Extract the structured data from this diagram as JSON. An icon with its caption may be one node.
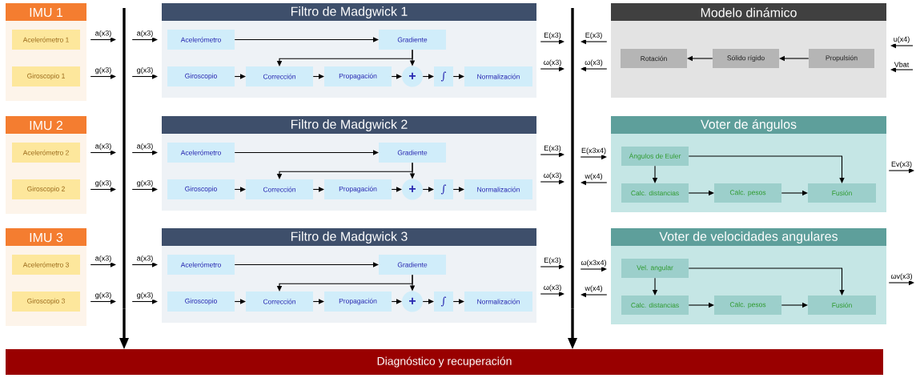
{
  "diagram": {
    "nodes": [
      {
        "text": [
          "IMU 1"
        ]
      },
      {
        "text": [
          "Acelerómetro 1"
        ],
        "in": 0
      },
      {
        "text": [
          "Giroscopio 1"
        ],
        "in": 0
      },
      {
        "text": [
          "Filtro de Madgwick 1"
        ]
      },
      {
        "text": [
          "Acelerómetro"
        ],
        "in": 3
      },
      {
        "text": [
          "Gradiente"
        ],
        "in": 3
      },
      {
        "text": [
          "Giroscopio"
        ],
        "in": 3
      },
      {
        "text": [
          "Corrección"
        ],
        "in": 3
      },
      {
        "text": [
          "Propagación"
        ],
        "in": 3
      },
      {
        "text": [
          "+"
        ],
        "in": 3
      },
      {
        "text": [
          "∫"
        ],
        "in": 3
      },
      {
        "text": [
          "Normalización"
        ],
        "in": 3
      },
      {
        "text": [
          "Modelo dinámico"
        ]
      },
      {
        "text": [
          "Rotación"
        ],
        "in": 12
      },
      {
        "text": [
          "Sólido rígido"
        ],
        "in": 12
      },
      {
        "text": [
          "Propulsión"
        ],
        "in": 12
      },
      {
        "text": [
          "IMU 2"
        ]
      },
      {
        "text": [
          "Acelerómetro 2"
        ],
        "in": 16
      },
      {
        "text": [
          "Giroscopio 2"
        ],
        "in": 16
      },
      {
        "text": [
          "Filtro de Madgwick 2"
        ]
      },
      {
        "text": [
          "Acelerómetro"
        ],
        "in": 19
      },
      {
        "text": [
          "Gradiente"
        ],
        "in": 19
      },
      {
        "text": [
          "Giroscopio"
        ],
        "in": 19
      },
      {
        "text": [
          "Corrección"
        ],
        "in": 19
      },
      {
        "text": [
          "Propagación"
        ],
        "in": 19
      },
      {
        "text": [
          "+"
        ],
        "in": 19
      },
      {
        "text": [
          "∫"
        ],
        "in": 19
      },
      {
        "text": [
          "Normalización"
        ],
        "in": 19
      },
      {
        "text": [
          "Voter de ángulos"
        ]
      },
      {
        "text": [
          "Ángulos de Euler"
        ],
        "in": 28
      },
      {
        "text": [
          "Calc. distancias"
        ],
        "in": 28
      },
      {
        "text": [
          "Calc. pesos"
        ],
        "in": 28
      },
      {
        "text": [
          "Fusión"
        ],
        "in": 28
      },
      {
        "text": [
          "IMU 3"
        ]
      },
      {
        "text": [
          "Acelerómetro 3"
        ],
        "in": 33
      },
      {
        "text": [
          "Giroscopio 3"
        ],
        "in": 33
      },
      {
        "text": [
          "Filtro de Madgwick 3"
        ]
      },
      {
        "text": [
          "Acelerómetro"
        ],
        "in": 36
      },
      {
        "text": [
          "Gradiente"
        ],
        "in": 36
      },
      {
        "text": [
          "Giroscopio"
        ],
        "in": 36
      },
      {
        "text": [
          "Corrección"
        ],
        "in": 36
      },
      {
        "text": [
          "Propagación"
        ],
        "in": 36
      },
      {
        "text": [
          "+"
        ],
        "in": 36
      },
      {
        "text": [
          "∫"
        ],
        "in": 36
      },
      {
        "text": [
          "Normalización"
        ],
        "in": 36
      },
      {
        "text": [
          "Voter de velocidades angulares"
        ]
      },
      {
        "text": [
          "Vel. angular"
        ],
        "in": 45
      },
      {
        "text": [
          "Calc. distancias"
        ],
        "in": 45
      },
      {
        "text": [
          "Calc. pesos"
        ],
        "in": 45
      },
      {
        "text": [
          "Fusión"
        ],
        "in": 45
      },
      {
        "text": [],
        "shape": "bar"
      },
      {
        "text": [],
        "shape": "bar"
      },
      {
        "text": [
          "Diagnóstico y recuperación"
        ]
      }
    ],
    "edges": [
      {
        "from": 0,
        "to": 50,
        "arrow": "to",
        "label": "a(x3)"
      },
      {
        "from": 0,
        "to": 50,
        "arrow": "to",
        "label": "g(x3)"
      },
      {
        "from": 50,
        "to": 3,
        "arrow": "to",
        "label": "a(x3)"
      },
      {
        "from": 50,
        "to": 3,
        "arrow": "to",
        "label": "g(x3)"
      },
      {
        "from": 4,
        "to": 5,
        "arrow": "to"
      },
      {
        "from": 5,
        "to": 7,
        "arrow": "to"
      },
      {
        "from": 5,
        "to": 9,
        "arrow": "to"
      },
      {
        "from": 6,
        "to": 7,
        "arrow": "to"
      },
      {
        "from": 7,
        "to": 8,
        "arrow": "to"
      },
      {
        "from": 8,
        "to": 9,
        "arrow": "to"
      },
      {
        "from": 9,
        "to": 10,
        "arrow": "to"
      },
      {
        "from": 10,
        "to": 11,
        "arrow": "to"
      },
      {
        "from": 3,
        "to": 51,
        "arrow": "to",
        "label": "E(x3)"
      },
      {
        "from": 3,
        "to": 51,
        "arrow": "to",
        "label": "ω(x3)"
      },
      {
        "from": 12,
        "to": 51,
        "arrow": "to",
        "label": "E(x3)"
      },
      {
        "from": 12,
        "to": 51,
        "arrow": "to",
        "label": "ω(x3)"
      },
      {
        "from": null,
        "to": 12,
        "arrow": "to",
        "label": "u(x4)"
      },
      {
        "from": null,
        "to": 12,
        "arrow": "to",
        "label": "Vbat"
      },
      {
        "from": 15,
        "to": 14,
        "arrow": "to"
      },
      {
        "from": 14,
        "to": 13,
        "arrow": "to"
      },
      {
        "from": 16,
        "to": 50,
        "arrow": "to",
        "label": "a(x3)"
      },
      {
        "from": 16,
        "to": 50,
        "arrow": "to",
        "label": "g(x3)"
      },
      {
        "from": 50,
        "to": 19,
        "arrow": "to",
        "label": "a(x3)"
      },
      {
        "from": 50,
        "to": 19,
        "arrow": "to",
        "label": "g(x3)"
      },
      {
        "from": 20,
        "to": 21,
        "arrow": "to"
      },
      {
        "from": 21,
        "to": 23,
        "arrow": "to"
      },
      {
        "from": 21,
        "to": 25,
        "arrow": "to"
      },
      {
        "from": 22,
        "to": 23,
        "arrow": "to"
      },
      {
        "from": 23,
        "to": 24,
        "arrow": "to"
      },
      {
        "from": 24,
        "to": 25,
        "arrow": "to"
      },
      {
        "from": 25,
        "to": 26,
        "arrow": "to"
      },
      {
        "from": 26,
        "to": 27,
        "arrow": "to"
      },
      {
        "from": 19,
        "to": 51,
        "arrow": "to",
        "label": "E(x3)"
      },
      {
        "from": 19,
        "to": 51,
        "arrow": "to",
        "label": "ω(x3)"
      },
      {
        "from": 51,
        "to": 28,
        "arrow": "to",
        "label": "E(x3x4)"
      },
      {
        "from": 28,
        "to": 51,
        "arrow": "to",
        "label": "w(x4)"
      },
      {
        "from": 28,
        "to": null,
        "arrow": "to",
        "label": "Ev(x3)"
      },
      {
        "from": 29,
        "to": 32,
        "arrow": "to"
      },
      {
        "from": 29,
        "to": 30,
        "arrow": "to"
      },
      {
        "from": 30,
        "to": 31,
        "arrow": "to"
      },
      {
        "from": 31,
        "to": 32,
        "arrow": "to"
      },
      {
        "from": 33,
        "to": 50,
        "arrow": "to",
        "label": "a(x3)"
      },
      {
        "from": 33,
        "to": 50,
        "arrow": "to",
        "label": "g(x3)"
      },
      {
        "from": 50,
        "to": 36,
        "arrow": "to",
        "label": "a(x3)"
      },
      {
        "from": 50,
        "to": 36,
        "arrow": "to",
        "label": "g(x3)"
      },
      {
        "from": 37,
        "to": 38,
        "arrow": "to"
      },
      {
        "from": 38,
        "to": 40,
        "arrow": "to"
      },
      {
        "from": 38,
        "to": 42,
        "arrow": "to"
      },
      {
        "from": 39,
        "to": 40,
        "arrow": "to"
      },
      {
        "from": 40,
        "to": 41,
        "arrow": "to"
      },
      {
        "from": 41,
        "to": 42,
        "arrow": "to"
      },
      {
        "from": 42,
        "to": 43,
        "arrow": "to"
      },
      {
        "from": 43,
        "to": 44,
        "arrow": "to"
      },
      {
        "from": 36,
        "to": 51,
        "arrow": "to",
        "label": "E(x3)"
      },
      {
        "from": 36,
        "to": 51,
        "arrow": "to",
        "label": "ω(x3)"
      },
      {
        "from": 51,
        "to": 45,
        "arrow": "to",
        "label": "ω(x3x4)"
      },
      {
        "from": 45,
        "to": 51,
        "arrow": "to",
        "label": "w(x4)"
      },
      {
        "from": 45,
        "to": null,
        "arrow": "to",
        "label": "ωv(x3)"
      },
      {
        "from": 46,
        "to": 49,
        "arrow": "to"
      },
      {
        "from": 46,
        "to": 47,
        "arrow": "to"
      },
      {
        "from": 47,
        "to": 48,
        "arrow": "to"
      },
      {
        "from": 48,
        "to": 49,
        "arrow": "to"
      },
      {
        "from": 50,
        "to": 52,
        "arrow": "to",
        "style": "thick"
      },
      {
        "from": 51,
        "to": 52,
        "arrow": "to",
        "style": "thick"
      }
    ]
  }
}
